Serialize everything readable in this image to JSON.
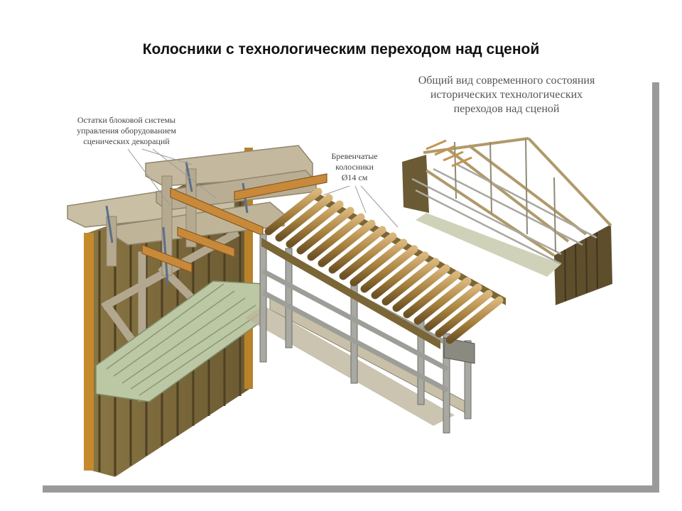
{
  "slide": {
    "title": "Колосники с технологическим переходом над сценой"
  },
  "captions": {
    "modern_view": [
      "Общий вид современного состояния",
      "исторических технологических",
      "переходов над сценой"
    ],
    "block_system": [
      "Остатки блоковой системы",
      "управления оборудованием",
      "сценических декораций"
    ],
    "log_grid": [
      "Бревенчатые",
      "колосники",
      "Ø14 см"
    ]
  },
  "colors": {
    "wood_dark": "#6e5a2e",
    "wood_mid": "#a88a4c",
    "wood_light": "#c9a56a",
    "gray_beam": "#b9ae96",
    "roof_green": "#b8c4a0",
    "steel": "#a9a9a3"
  }
}
